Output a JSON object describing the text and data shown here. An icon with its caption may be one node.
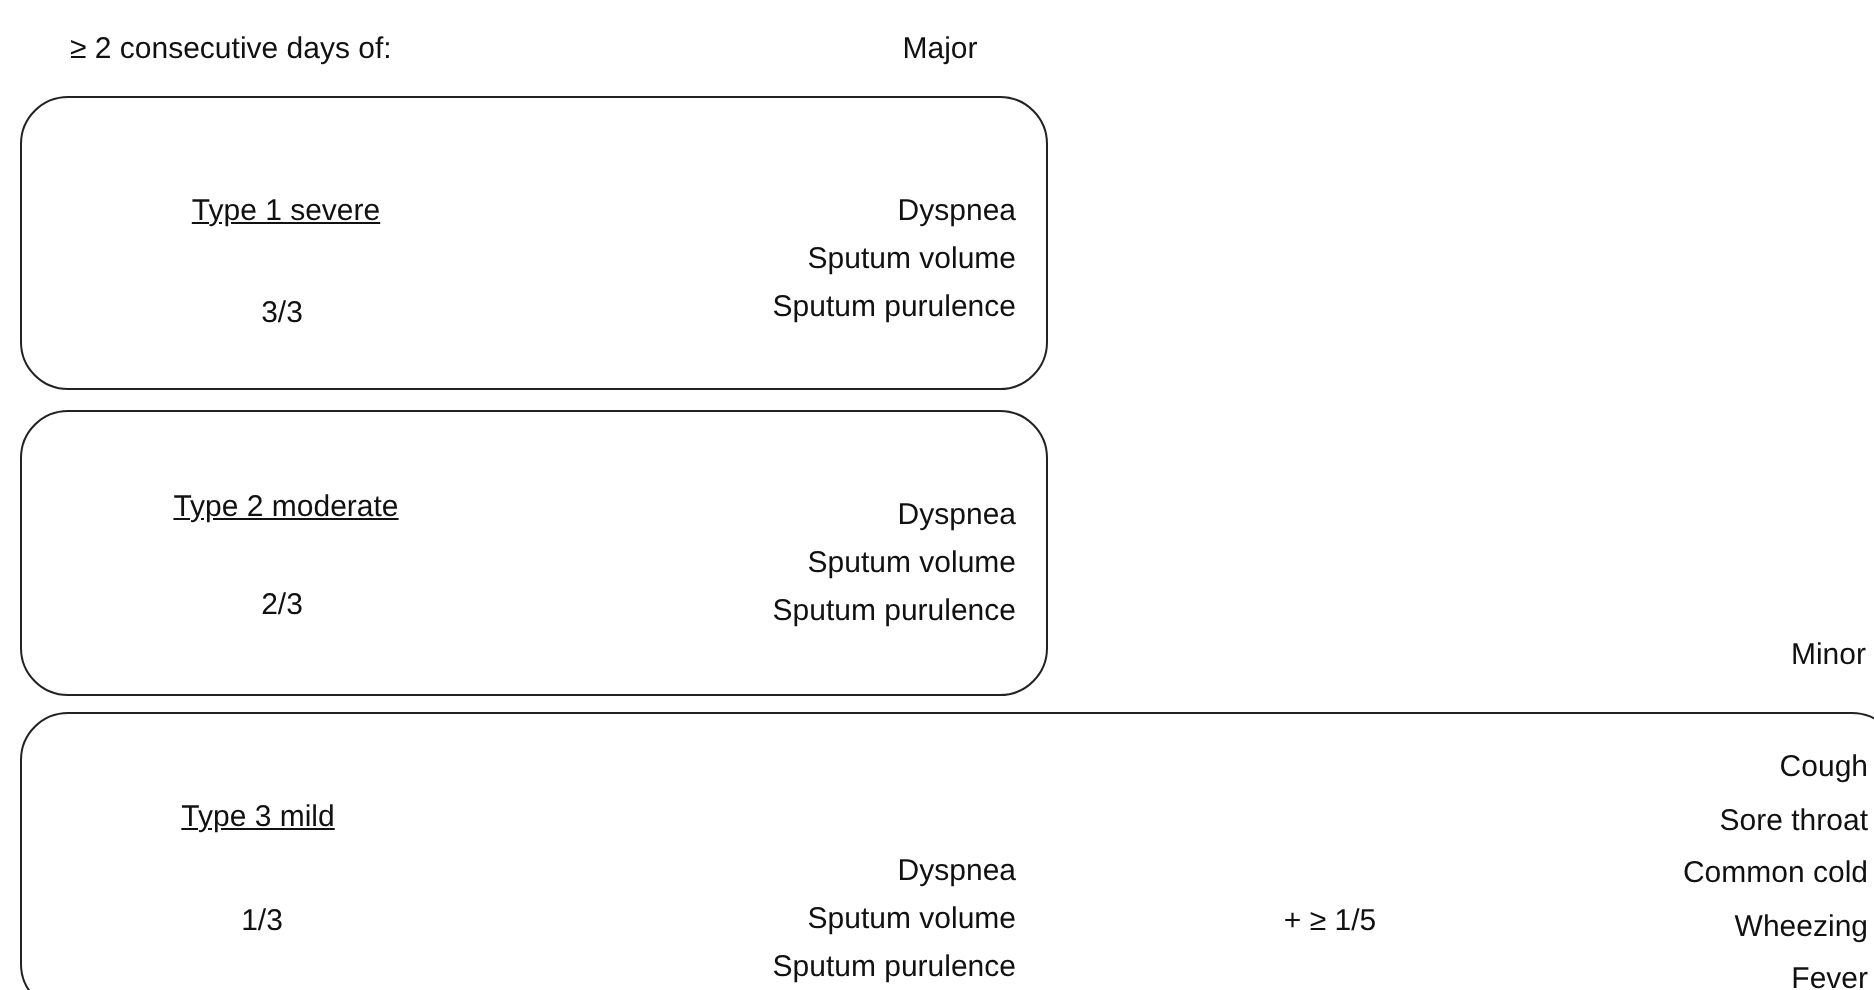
{
  "diagram": {
    "nodes": [
      {
        "text": [
          "Type 1 severe",
          "3/3",
          "Dyspnea",
          "Sputum volume",
          "Sputum purulence"
        ]
      },
      {
        "text": [
          "Type 2 moderate",
          "2/3",
          "Dyspnea",
          "Sputum volume",
          "Sputum purulence"
        ]
      },
      {
        "text": [
          "Type 3 mild",
          "1/3",
          "Dyspnea",
          "Sputum volume",
          "Sputum purulence",
          "+ ≥ 1/5",
          "Cough",
          "Sore throat",
          "Common cold",
          "Wheezing",
          "Fever"
        ]
      }
    ],
    "labels": [
      "≥ 2 consecutive days of:",
      "Major",
      "Minor"
    ]
  }
}
